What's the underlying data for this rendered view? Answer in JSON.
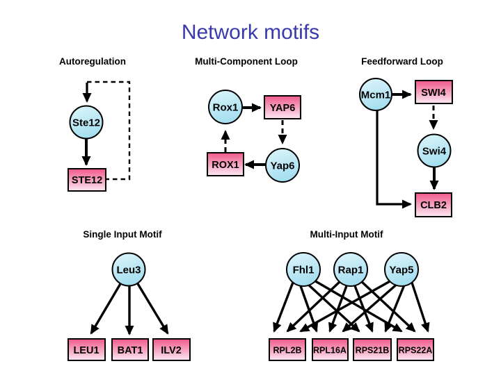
{
  "title": "Network motifs",
  "colors": {
    "title_text": "#3939AB",
    "tf_fill_light": "#DFF5FB",
    "tf_fill_dark": "#A6DFF0",
    "gene_fill_top": "#F0588C",
    "gene_fill_bottom": "#FBE9F3",
    "outline": "#000000",
    "background": "#FFFFFF"
  },
  "sections": {
    "autoregulation": {
      "title": "Autoregulation",
      "tf": "Ste12",
      "gene": "STE12"
    },
    "multi_component_loop": {
      "title": "Multi-Component Loop",
      "tf_top": "Rox1",
      "gene_top": "YAP6",
      "tf_bottom": "Yap6",
      "gene_bottom": "ROX1"
    },
    "feedforward_loop": {
      "title": "Feedforward Loop",
      "tf_top": "Mcm1",
      "gene_top": "SWI4",
      "tf_mid": "Swi4",
      "gene_bottom": "CLB2"
    },
    "single_input_motif": {
      "title": "Single Input Motif",
      "tf": "Leu3",
      "genes": [
        "LEU1",
        "BAT1",
        "ILV2"
      ]
    },
    "multi_input_motif": {
      "title": "Multi-Input Motif",
      "tfs": [
        "Fhl1",
        "Rap1",
        "Yap5"
      ],
      "genes": [
        "RPL2B",
        "RPL16A",
        "RPS21B",
        "RPS22A"
      ]
    }
  },
  "edges": {
    "autoregulation": [
      {
        "from": "Ste12",
        "to": "STE12",
        "style": "solid"
      },
      {
        "from": "STE12",
        "to": "Ste12",
        "style": "dashed"
      }
    ],
    "multi_component_loop": [
      {
        "from": "Rox1",
        "to": "YAP6",
        "style": "solid"
      },
      {
        "from": "YAP6",
        "to": "Yap6",
        "style": "dashed"
      },
      {
        "from": "Yap6",
        "to": "ROX1",
        "style": "solid"
      },
      {
        "from": "ROX1",
        "to": "Rox1",
        "style": "dashed"
      }
    ],
    "feedforward_loop": [
      {
        "from": "Mcm1",
        "to": "SWI4",
        "style": "solid"
      },
      {
        "from": "SWI4",
        "to": "Swi4",
        "style": "dashed"
      },
      {
        "from": "Swi4",
        "to": "CLB2",
        "style": "solid"
      },
      {
        "from": "Mcm1",
        "to": "CLB2",
        "style": "solid"
      }
    ],
    "single_input_motif": [
      {
        "from": "Leu3",
        "to": "LEU1",
        "style": "solid"
      },
      {
        "from": "Leu3",
        "to": "BAT1",
        "style": "solid"
      },
      {
        "from": "Leu3",
        "to": "ILV2",
        "style": "solid"
      }
    ],
    "multi_input_motif": [
      {
        "from": "Fhl1",
        "to": "RPL2B",
        "style": "solid"
      },
      {
        "from": "Fhl1",
        "to": "RPL16A",
        "style": "solid"
      },
      {
        "from": "Fhl1",
        "to": "RPS21B",
        "style": "solid"
      },
      {
        "from": "Fhl1",
        "to": "RPS22A",
        "style": "solid"
      },
      {
        "from": "Rap1",
        "to": "RPL2B",
        "style": "solid"
      },
      {
        "from": "Rap1",
        "to": "RPL16A",
        "style": "solid"
      },
      {
        "from": "Rap1",
        "to": "RPS21B",
        "style": "solid"
      },
      {
        "from": "Rap1",
        "to": "RPS22A",
        "style": "solid"
      },
      {
        "from": "Yap5",
        "to": "RPL2B",
        "style": "solid"
      },
      {
        "from": "Yap5",
        "to": "RPL16A",
        "style": "solid"
      },
      {
        "from": "Yap5",
        "to": "RPS21B",
        "style": "solid"
      },
      {
        "from": "Yap5",
        "to": "RPS22A",
        "style": "solid"
      }
    ]
  }
}
